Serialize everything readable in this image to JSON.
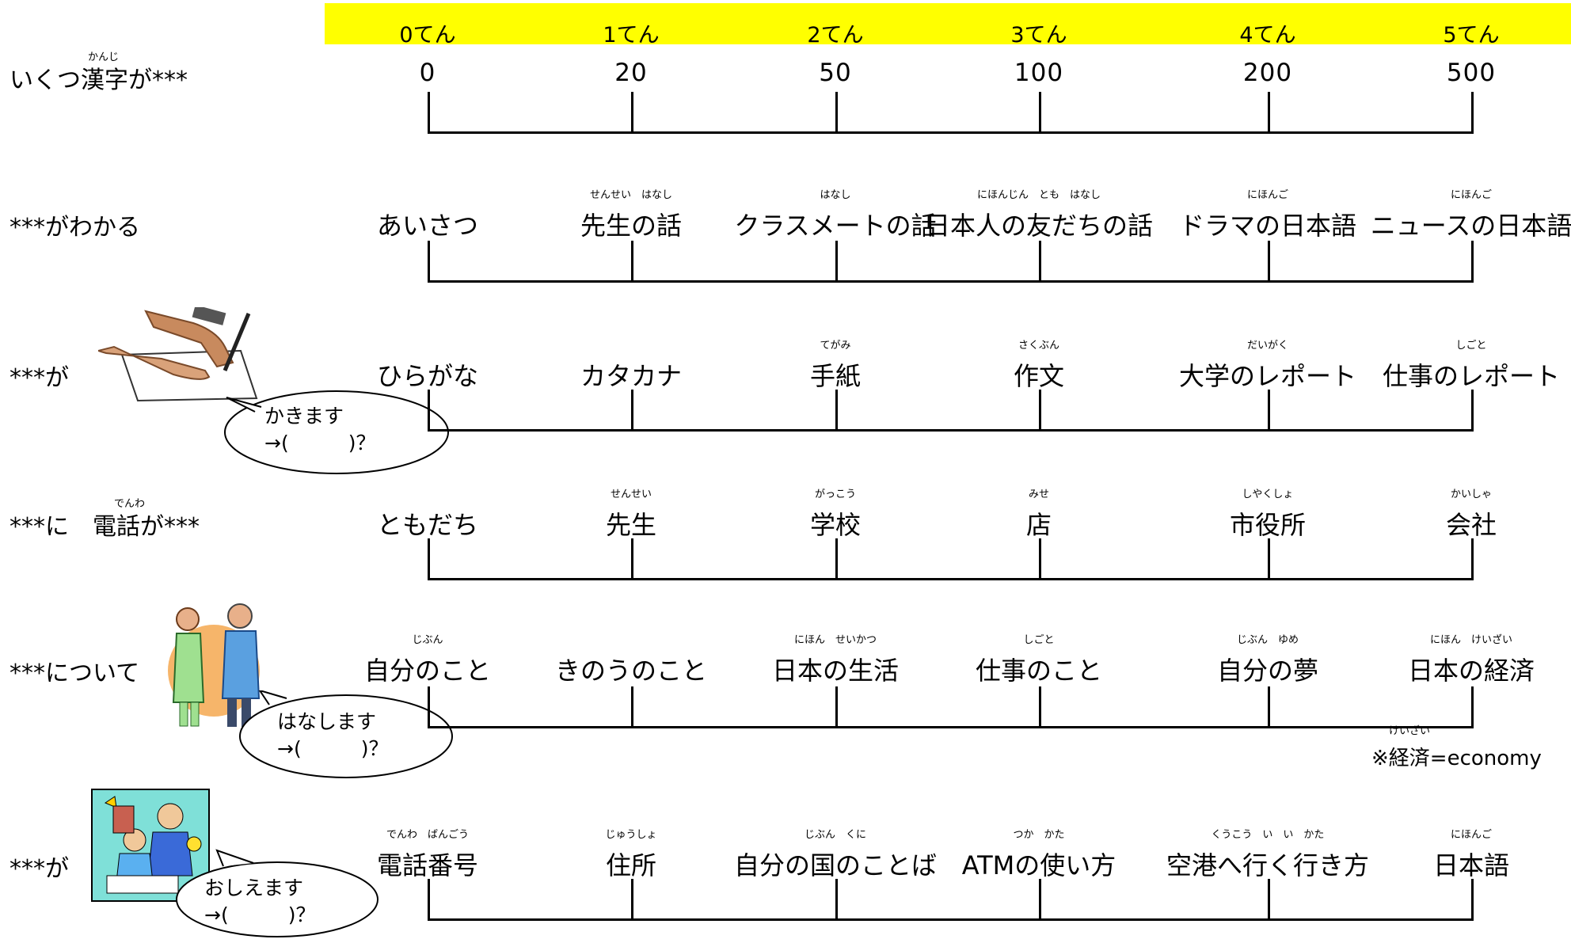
{
  "header": {
    "scores": [
      "0てん",
      "1てん",
      "2てん",
      "3てん",
      "4てん",
      "5てん"
    ],
    "highlight_color": "#ffff00"
  },
  "rows": [
    {
      "label": "いくつ漢字が***",
      "label_ruby": [
        {
          "base": "漢字",
          "ruby": "かんじ"
        }
      ],
      "items": [
        "0",
        "20",
        "50",
        "100",
        "200",
        "500"
      ]
    },
    {
      "label": "***がわかる",
      "items": [
        "あいさつ",
        "先生の話",
        "クラスメートの話",
        "日本人の友だちの話",
        "ドラマの日本語",
        "ニュースの日本語"
      ],
      "ruby": [
        [],
        [
          "せんせい",
          "はなし"
        ],
        [
          "はなし"
        ],
        [
          "にほんじん",
          "とも",
          "はなし"
        ],
        [
          "にほんご"
        ],
        [
          "にほんご"
        ]
      ]
    },
    {
      "label": "***が",
      "bubble": {
        "line1": "かきます",
        "line2": "→(　　　)？"
      },
      "image_desc": "hand-writing-icon",
      "items": [
        "ひらがな",
        "カタカナ",
        "手紙",
        "作文",
        "大学のレポート",
        "仕事のレポート"
      ],
      "ruby": [
        [],
        [],
        [
          "てがみ"
        ],
        [
          "さくぶん"
        ],
        [
          "だいがく"
        ],
        [
          "しごと"
        ]
      ]
    },
    {
      "label": "***に　電話が***",
      "label_ruby": [
        {
          "base": "電話",
          "ruby": "でんわ"
        }
      ],
      "items": [
        "ともだち",
        "先生",
        "学校",
        "店",
        "市役所",
        "会社"
      ],
      "ruby": [
        [],
        [
          "せんせい"
        ],
        [
          "がっこう"
        ],
        [
          "みせ"
        ],
        [
          "しやくしょ"
        ],
        [
          "かいしゃ"
        ]
      ]
    },
    {
      "label": "***について",
      "bubble": {
        "line1": "はなします",
        "line2": "→(　　　)？"
      },
      "image_desc": "people-talking-icon",
      "items": [
        "自分のこと",
        "きのうのこと",
        "日本の生活",
        "仕事のこと",
        "自分の夢",
        "日本の経済"
      ],
      "ruby": [
        [
          "じぶん"
        ],
        [],
        [
          "にほん",
          "せいかつ"
        ],
        [
          "しごと"
        ],
        [
          "じぶん",
          "ゆめ"
        ],
        [
          "にほん",
          "けいざい"
        ]
      ],
      "note": {
        "ruby": "けいざい",
        "text": "※経済=economy"
      }
    },
    {
      "label": "***が",
      "bubble": {
        "line1": "おしえます",
        "line2": "→(　　　)？"
      },
      "image_desc": "students-studying-icon",
      "items": [
        "電話番号",
        "住所",
        "自分の国のことば",
        "ATMの使い方",
        "空港へ行く行き方",
        "日本語"
      ],
      "ruby": [
        [
          "でんわ",
          "ばんごう"
        ],
        [
          "じゅうしょ"
        ],
        [
          "じぶん",
          "くに"
        ],
        [
          "つか",
          "かた"
        ],
        [
          "くうこう",
          "い",
          "い",
          "かた"
        ],
        [
          "にほんご"
        ]
      ]
    }
  ]
}
